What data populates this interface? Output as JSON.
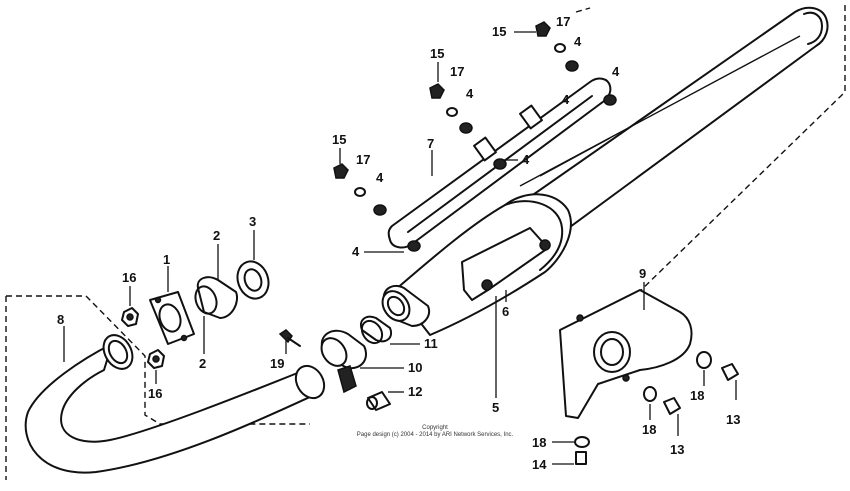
{
  "labels": {
    "l1": "1",
    "l2a": "2",
    "l2b": "2",
    "l3": "3",
    "l4a": "4",
    "l4b": "4",
    "l4c": "4",
    "l4d": "4",
    "l4e": "4",
    "l4f": "4",
    "l4g": "4",
    "l5": "5",
    "l6": "6",
    "l7": "7",
    "l8": "8",
    "l9": "9",
    "l10": "10",
    "l11": "11",
    "l12": "12",
    "l13a": "13",
    "l13b": "13",
    "l14": "14",
    "l15a": "15",
    "l15b": "15",
    "l15c": "15",
    "l16a": "16",
    "l16b": "16",
    "l17a": "17",
    "l17b": "17",
    "l17c": "17",
    "l18a": "18",
    "l18b": "18",
    "l18c": "18",
    "l19": "19"
  },
  "copyright": {
    "line1": "Copyright",
    "line2": "Page design (c) 2004 - 2014 by ARI Network Services, Inc."
  }
}
